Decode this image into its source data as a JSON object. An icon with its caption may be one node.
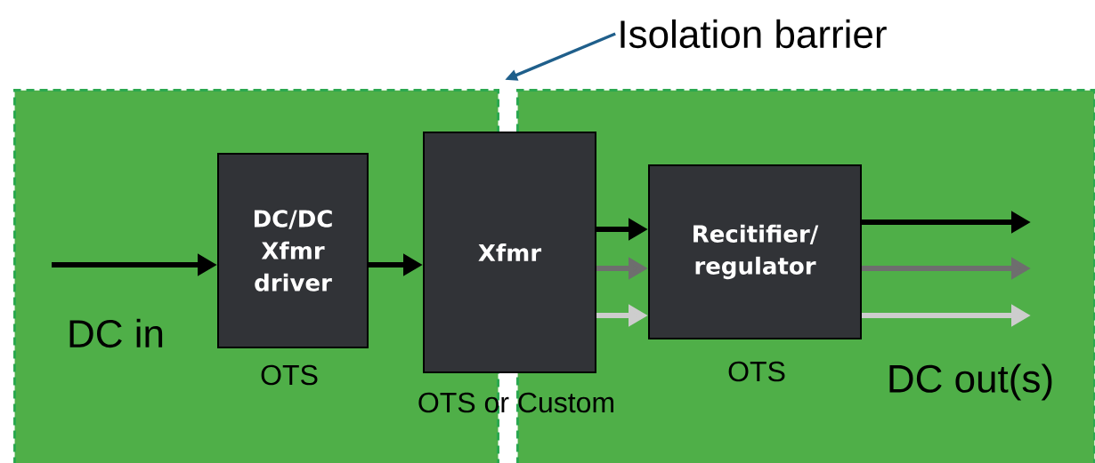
{
  "diagram": {
    "nodes": [
      {
        "text": [],
        "shape": "box"
      },
      {
        "text": [],
        "shape": "box"
      },
      {
        "text": [
          "DC/DC Xfmr driver"
        ],
        "in": 0,
        "beside": [
          "OTS"
        ]
      },
      {
        "text": [
          "Xfmr"
        ],
        "beside": [
          "OTS or Custom"
        ]
      },
      {
        "text": [
          "Recitifier/ regulator"
        ],
        "in": 1,
        "beside": [
          "OTS"
        ]
      },
      {
        "text": [
          "Isolation barrier"
        ]
      }
    ],
    "edges": [
      {
        "from": null,
        "to": 2,
        "arrow": "to"
      },
      {
        "from": 2,
        "to": 3,
        "arrow": "to"
      },
      {
        "from": 3,
        "to": 4,
        "arrow": "to"
      },
      {
        "from": 3,
        "to": 4,
        "arrow": "to",
        "color": "#6e6e6e"
      },
      {
        "from": 3,
        "to": 4,
        "arrow": "to",
        "color": "#cdcdcd"
      },
      {
        "from": 4,
        "to": null,
        "arrow": "to"
      },
      {
        "from": 4,
        "to": null,
        "arrow": "to",
        "color": "#6e6e6e"
      },
      {
        "from": 4,
        "to": null,
        "arrow": "to",
        "color": "#cdcdcd"
      },
      {
        "from": 5,
        "to": null,
        "arrow": "to",
        "color": "#1f5f8b"
      }
    ],
    "labels": [
      "DC in",
      "DC out(s)"
    ]
  }
}
